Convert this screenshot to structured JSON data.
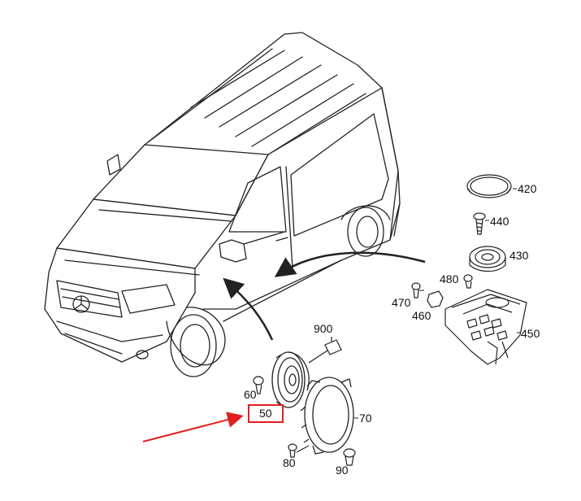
{
  "callouts": {
    "c420": "420",
    "c440": "440",
    "c430": "430",
    "c480": "480",
    "c470": "470",
    "c460": "460",
    "c450": "450",
    "c900": "900",
    "c60": "60",
    "c50": "50",
    "c70": "70",
    "c80": "80",
    "c90": "90"
  },
  "highlighted_callout": "50",
  "colors": {
    "line": "#222222",
    "highlight": "#e02020",
    "background": "#ffffff"
  }
}
